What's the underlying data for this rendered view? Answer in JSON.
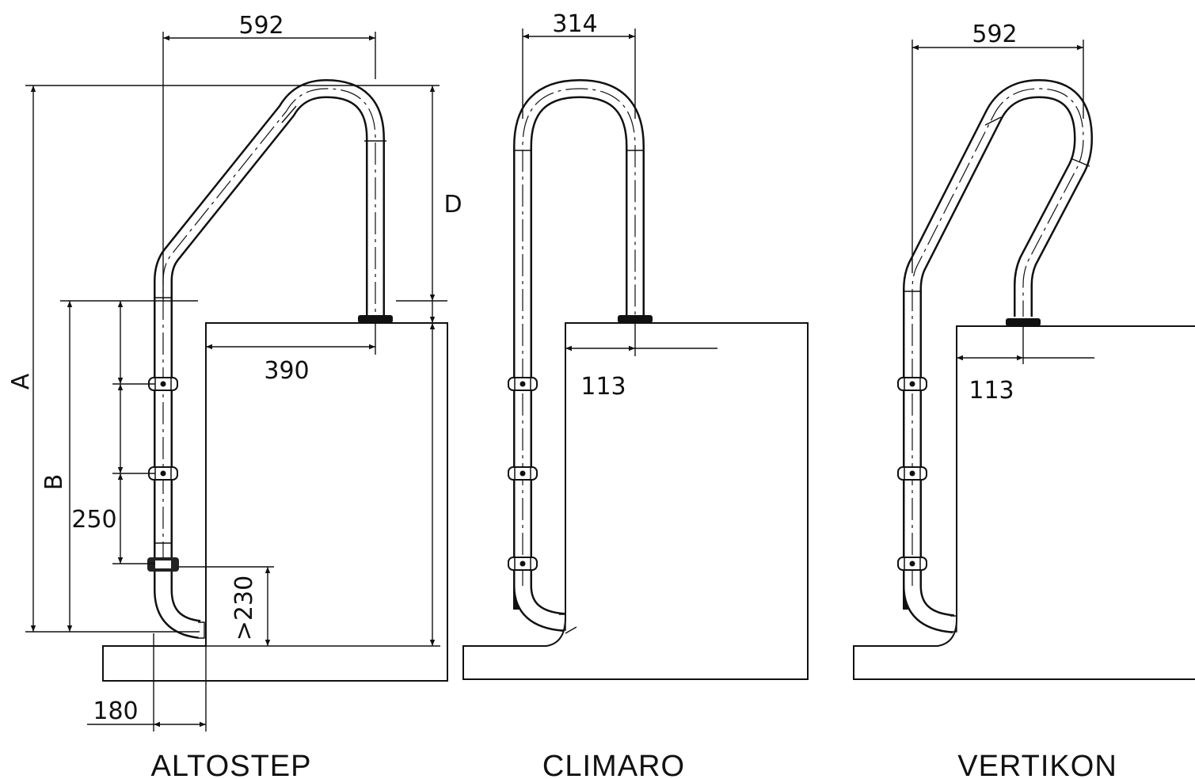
{
  "ladders": [
    {
      "name": "ALTOSTEP",
      "top_width": "592",
      "handrail_offset": "390",
      "tread_distance": "180",
      "tread_pitch": "250",
      "bottom_clearance": ">230",
      "overall_height": "A",
      "tread_height": "B",
      "handrail_height": "D"
    },
    {
      "name": "CLIMARO",
      "top_width": "314",
      "anchor_offset": "113"
    },
    {
      "name": "VERTIKON",
      "top_width": "592",
      "anchor_offset": "113"
    }
  ],
  "colors": {
    "line": "#111111",
    "background": "#ffffff"
  }
}
